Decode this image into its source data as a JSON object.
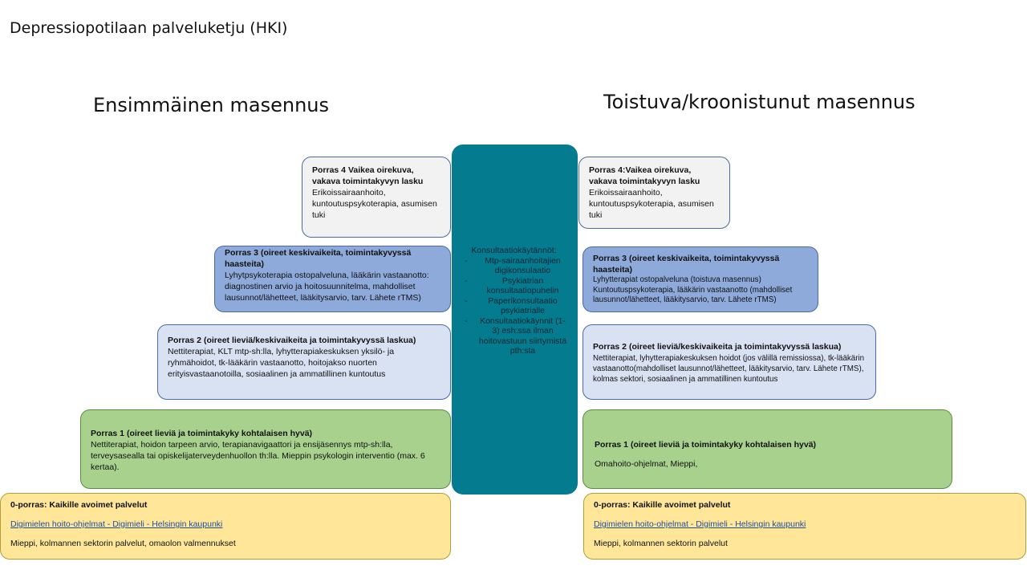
{
  "title": "Depressiopotilaan palveluketju (HKI)",
  "left": {
    "heading": "Ensimmäinen masennus",
    "porras4": {
      "header": "Porras 4 Vaikea oirekuva, vakava toimintakyvyn lasku",
      "body": "Erikoissairaanhoito, kuntoutuspsykoterapia, asumisen tuki"
    },
    "porras3": {
      "header": "Porras 3 (oireet keskivaikeita, toimintakyvyssä haasteita)",
      "body": "Lyhytpsykoterapia ostopalveluna, lääkärin vastaanotto: diagnostinen arvio ja hoitosuunnitelma, mahdolliset lausunnot/lähetteet, lääkitysarvio, tarv. Lähete rTMS)"
    },
    "porras2": {
      "header": "Porras 2 (oireet lieviä/keskivaikeita ja toimintakyvyssä laskua)",
      "body": "Nettiterapiat, KLT mtp-sh:lla, lyhytterapiakeskuksen yksilö- ja ryhmähoidot, tk-lääkärin vastaanotto,  hoitojakso nuorten erityisvastaanotoilla, sosiaalinen ja ammatillinen kuntoutus"
    },
    "porras1": {
      "header": "Porras 1 (oireet lieviä ja toimintakyky kohtalaisen hyvä)",
      "body": "Nettiterapiat, hoidon tarpeen arvio, terapianavigaattori ja ensijäsennys mtp-sh:lla, terveysasealla tai opiskelijaterveydenhuollon th:lla. Mieppin psykologin interventio (max. 6 kertaa)."
    },
    "porras0": {
      "header": "0-porras: Kaikille avoimet palvelut",
      "link": "Digimielen hoito-ohjelmat - Digimieli - Helsingin kaupunki",
      "body": "Mieppi, kolmannen sektorin palvelut, omaolon valmennukset"
    }
  },
  "center": {
    "heading": "Konsultaatiokäytännöt:",
    "items": [
      "Mtp-sairaanhoitajien digikonsulaatio",
      "Psykiatrian konsultaatiopuhelin",
      "Paperikonsultaatio psykiatrialle",
      "Konsultaatiokäynnit (1-3) esh:ssa ilman hoitovastuun siirtymistä pth:sta"
    ]
  },
  "right": {
    "heading": "Toistuva/kroonistunut masennus",
    "porras4": {
      "header": "Porras 4:Vaikea oirekuva, vakava toimintakyvyn lasku",
      "body": "Erikoissairaanhoito, kuntoutuspsykoterapia, asumisen tuki"
    },
    "porras3": {
      "header": "Porras 3 (oireet keskivaikeita, toimintakyvyssä haasteita)",
      "line1": "Lyhytterapiat ostopalveluna (toistuva masennus)",
      "body": "Kuntoutuspsykoterapia, lääkärin vastaanotto (mahdolliset lausunnot/lähetteet, lääkitysarvio, tarv. Lähete rTMS)"
    },
    "porras2": {
      "header": "Porras 2 (oireet lieviä/keskivaikeita ja toimintakyvyssä laskua)",
      "body": "Nettiterapiat, lyhytterapiakeskuksen hoidot (jos välillä remissiossa), tk-lääkärin vastaanotto(mahdolliset lausunnot/lähetteet, lääkitysarvio, tarv. Lähete rTMS), kolmas sektori, sosiaalinen ja ammatillinen kuntoutus"
    },
    "porras1": {
      "header": "Porras 1 (oireet lieviä ja toimintakyky kohtalaisen hyvä)",
      "body": "Omahoito-ohjelmat, Mieppi,"
    },
    "porras0": {
      "header": "0-porras: Kaikille avoimet palvelut",
      "link": "Digimielen hoito-ohjelmat - Digimieli - Helsingin kaupunki",
      "body": "Mieppi, kolmannen sektorin palvelut"
    }
  }
}
